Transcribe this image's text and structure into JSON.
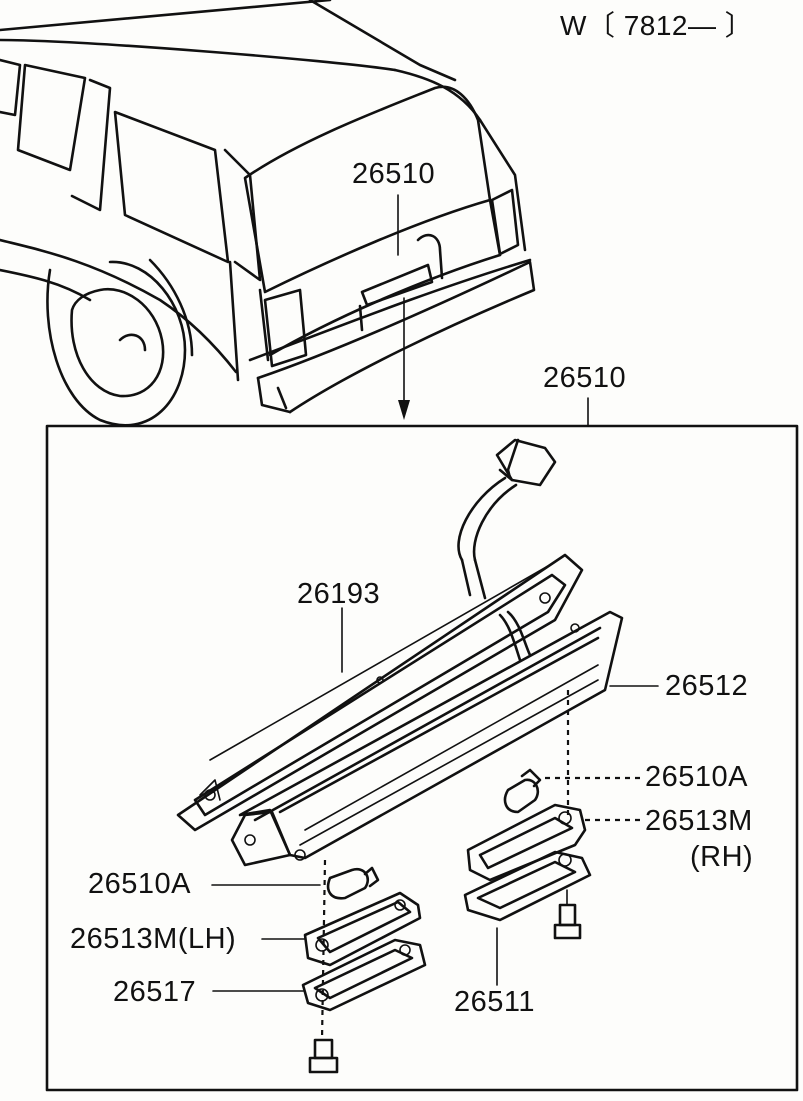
{
  "header": {
    "code": "W〔 7812—          〕"
  },
  "labels": {
    "top_assembly": "26510",
    "box_assembly": "26510",
    "lens_gasket": "26193",
    "lamp_body": "26512",
    "bulb_rh": "26510A",
    "socket_rh": "26513M",
    "socket_rh_side": "(RH)",
    "bulb_lh": "26510A",
    "socket_lh": "26513M(LH)",
    "gasket_lh": "26517",
    "gasket_rh": "26511"
  }
}
